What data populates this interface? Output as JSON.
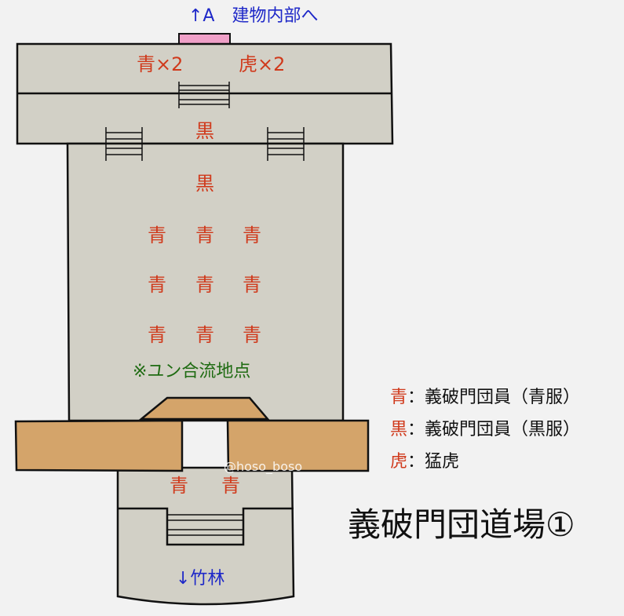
{
  "labels": {
    "to_building": "↑A　建物内部へ",
    "to_bamboo": "↓竹林",
    "merge_point": "※ユン合流地点",
    "top_left": "青×2",
    "top_right": "虎×2",
    "black1": "黒",
    "black2": "黒",
    "blue": "青"
  },
  "legend": [
    {
      "key": "青",
      "text": "：義破門団員（青服）"
    },
    {
      "key": "黒",
      "text": "：義破門団員（黒服）"
    },
    {
      "key": "虎",
      "text": "：猛虎"
    }
  ],
  "title": "義破門団道場①",
  "watermark": "@hoso_boso",
  "colors": {
    "floor": "#d2d0c6",
    "wall_beam": "#d4a46a",
    "marker": "#d03a1c",
    "exit": "#1e28c8",
    "exit_pad": "#f0a0c8",
    "note": "#1f6b12"
  }
}
